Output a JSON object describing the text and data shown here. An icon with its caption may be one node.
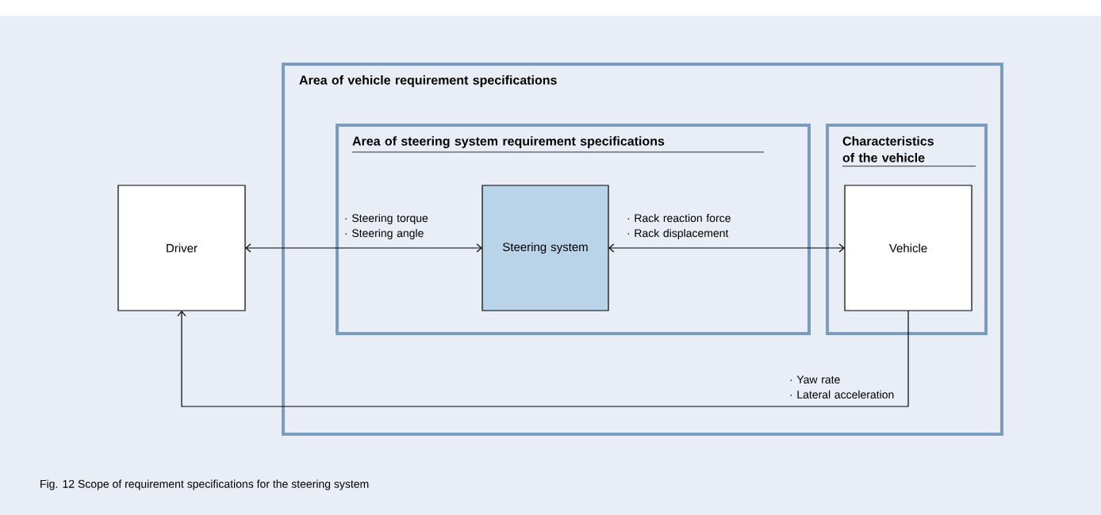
{
  "diagram": {
    "caption": "Fig. 12  Scope of requirement specifications for the steering system",
    "nodes": [
      {
        "text": [
          "Area of vehicle requirement specifications"
        ]
      },
      {
        "text": [
          "Area of steering system requirement specifications"
        ],
        "in": 0
      },
      {
        "text": [
          "Characteristics of the vehicle"
        ],
        "in": 0
      },
      {
        "text": [
          "Driver"
        ]
      },
      {
        "text": [
          "Steering system"
        ],
        "in": 1
      },
      {
        "text": [
          "Vehicle"
        ],
        "in": 2
      }
    ],
    "edges": [
      {
        "from": 3,
        "to": 4,
        "arrow": "both",
        "label": "· Steering torque · Steering angle"
      },
      {
        "from": 4,
        "to": 5,
        "arrow": "both",
        "label": "· Rack reaction force · Rack displacement"
      },
      {
        "from": 5,
        "to": 3,
        "arrow": "to",
        "label": "· Yaw rate · Lateral acceleration"
      }
    ]
  }
}
